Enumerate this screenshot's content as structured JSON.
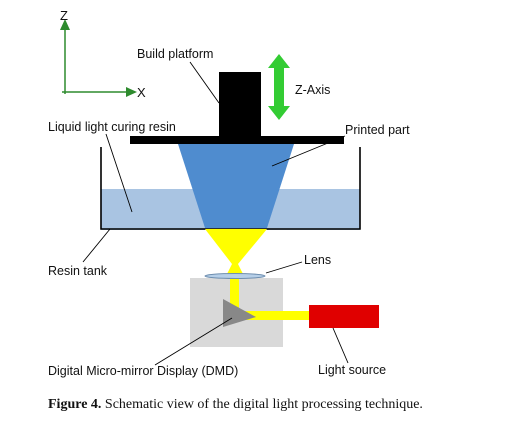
{
  "labels": {
    "z_axis_letter": "Z",
    "x_axis_letter": "X",
    "build_platform": "Build platform",
    "z_axis": "Z-Axis",
    "liquid_resin": "Liquid light curing resin",
    "printed_part": "Printed part",
    "resin_tank": "Resin tank",
    "lens": "Lens",
    "dmd": "Digital Micro-mirror Display (DMD)",
    "light_source": "Light source"
  },
  "caption": {
    "label": "Figure 4.",
    "text": " Schematic view of the digital light processing technique."
  },
  "colors": {
    "resin": "#a9c4e2",
    "printed_part": "#4f8ccf",
    "light_beam": "#ffff00",
    "light_source": "#e00000",
    "platform": "#000000",
    "z_arrow": "#33cc33",
    "dmd_box": "#d9d9d9",
    "mirror": "#888888"
  }
}
